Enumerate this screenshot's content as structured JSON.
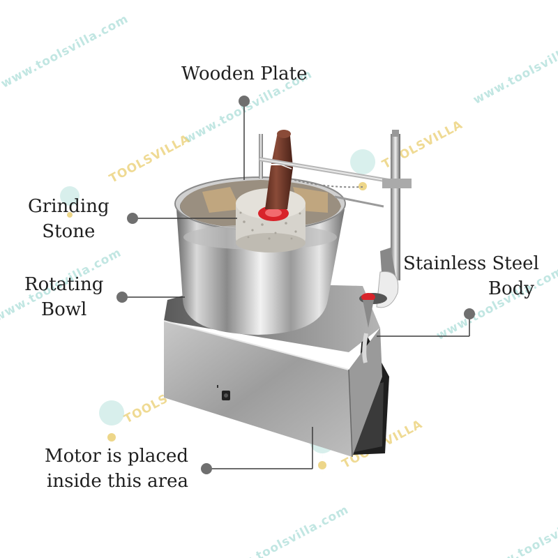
{
  "labels": {
    "wooden_plate": "Wooden Plate",
    "grinding_stone": [
      "Grinding",
      "Stone"
    ],
    "rotating_bowl": [
      "Rotating",
      "Bowl"
    ],
    "stainless_steel_body": [
      "Stainless Steel",
      "Body"
    ],
    "motor_area": [
      "Motor is placed",
      "inside this area"
    ]
  },
  "watermark": {
    "url_text": "www.toolsvilla.com",
    "brand_text": "TOOLSVILLA"
  },
  "colors": {
    "callout_line": "#3a3a3a",
    "callout_dot": "#6f6f6f",
    "label_text": "#1e1e1e",
    "watermark_teal": "#8fd3cc",
    "watermark_gold": "#e2bc3c",
    "stone_red": "#d8232a"
  }
}
